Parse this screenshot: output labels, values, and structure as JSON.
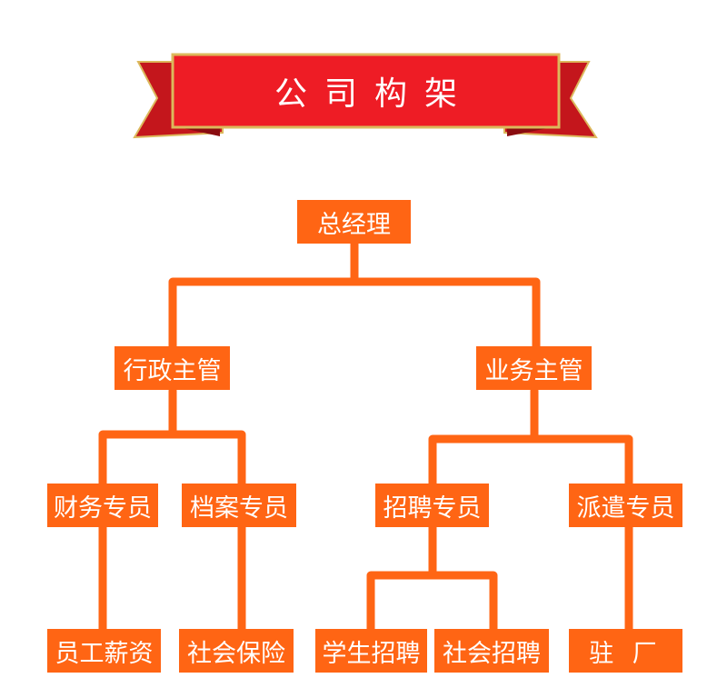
{
  "banner": {
    "title": "公司构架"
  },
  "nodes": {
    "gm": "总经理",
    "admin": "行政主管",
    "business": "业务主管",
    "finance": "财务专员",
    "archive": "档案专员",
    "recruit": "招聘专员",
    "dispatch": "派遣专员",
    "salary": "员工薪资",
    "insurance": "社会保险",
    "student": "学生招聘",
    "social": "社会招聘",
    "onsite": "驻 厂"
  },
  "colors": {
    "node": "#ff6514",
    "line": "#ff6514",
    "ribbon": "#ee1c25",
    "ribbon_dark": "#c4161c",
    "ribbon_border": "#dcb85c"
  }
}
